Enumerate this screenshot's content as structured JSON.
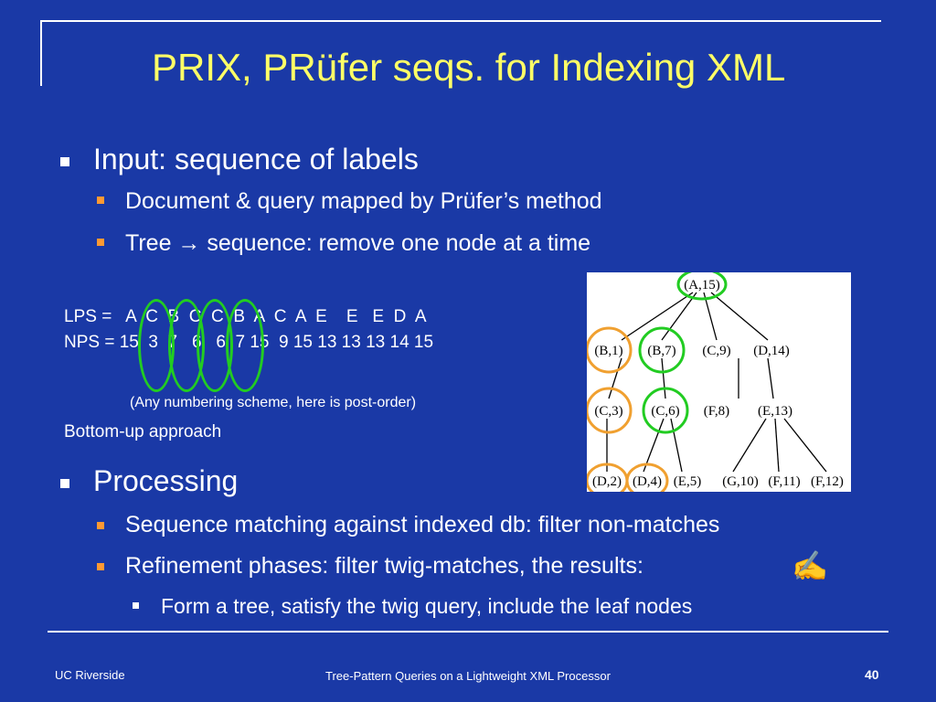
{
  "slide": {
    "title": "PRIX, PRüfer seqs. for Indexing XML",
    "bullets": {
      "b1": "Input: sequence of labels",
      "b1_1": "Document & query mapped by Prüfer’s method",
      "b1_2": "Tree → sequence: remove one node at a time",
      "b2": "Processing",
      "b2_1": "Sequence matching against indexed db: filter non-matches",
      "b2_2": "Refinement phases: filter twig-matches, the results:",
      "b2_2_1": "Form a tree, satisfy the twig query, include the leaf nodes"
    },
    "lps": "LPS =   A  C  B  C  C  B  A  C  A  E    E   E  D  A",
    "nps": "NPS = 15  3  7   6   6  7 15  9 15 13 13 13 14 15",
    "note": "(Any numbering scheme, here is post-order)",
    "bottom_up": "Bottom-up approach",
    "pencil_icon": "✍"
  },
  "tree": {
    "nodes": [
      {
        "id": "A15",
        "label": "(A,15)"
      },
      {
        "id": "B1",
        "label": "(B,1)"
      },
      {
        "id": "B7",
        "label": "(B,7)"
      },
      {
        "id": "C9",
        "label": "(C,9)"
      },
      {
        "id": "D14",
        "label": "(D,14)"
      },
      {
        "id": "C3",
        "label": "(C,3)"
      },
      {
        "id": "C6",
        "label": "(C,6)"
      },
      {
        "id": "F8",
        "label": "(F,8)"
      },
      {
        "id": "E13",
        "label": "(E,13)"
      },
      {
        "id": "D2",
        "label": "(D,2)"
      },
      {
        "id": "D4",
        "label": "(D,4)"
      },
      {
        "id": "E5",
        "label": "(E,5)"
      },
      {
        "id": "G10",
        "label": "(G,10)"
      },
      {
        "id": "F11",
        "label": "(F,11)"
      },
      {
        "id": "F12",
        "label": "(F,12)"
      }
    ]
  },
  "footer": {
    "left": "UC Riverside",
    "center": "Tree-Pattern Queries on a Lightweight XML Processor",
    "page": "40"
  },
  "colors": {
    "background": "#1a39a6",
    "title": "#ffff66",
    "sub_bullet": "#ff9933",
    "ring_green": "#22cc22",
    "ring_orange": "#f0a030"
  }
}
